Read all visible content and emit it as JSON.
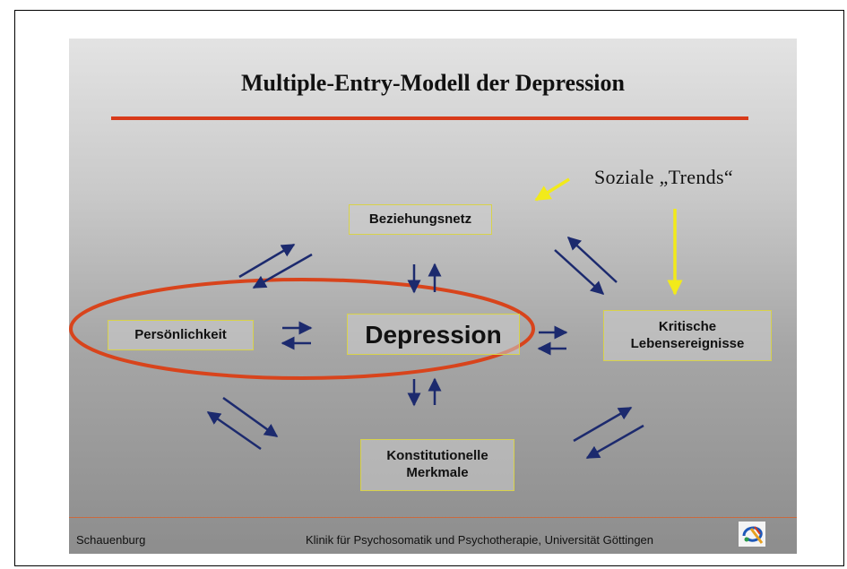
{
  "title": "Multiple-Entry-Modell der Depression",
  "nodes": {
    "beziehungsnetz": "Beziehungsnetz",
    "persoenlichkeit": "Persönlichkeit",
    "depression": "Depression",
    "kritische_line1": "Kritische",
    "kritische_line2": "Lebensereignisse",
    "konstitutionelle_line1": "Konstitutionelle",
    "konstitutionelle_line2": "Merkmale"
  },
  "external_influence": "Soziale „Trends“",
  "footer": {
    "author": "Schauenburg",
    "institution": "Klinik für Psychosomatik und Psychotherapie, Universität Göttingen"
  },
  "colors": {
    "title_rule": "#d83a1a",
    "ellipse": "#d8441c",
    "arrows": "#1c2a6e",
    "yellow_arrows": "#f2ea1a",
    "box_border": "#d8d24a"
  },
  "icons": {
    "logo": "university-logo-icon"
  }
}
